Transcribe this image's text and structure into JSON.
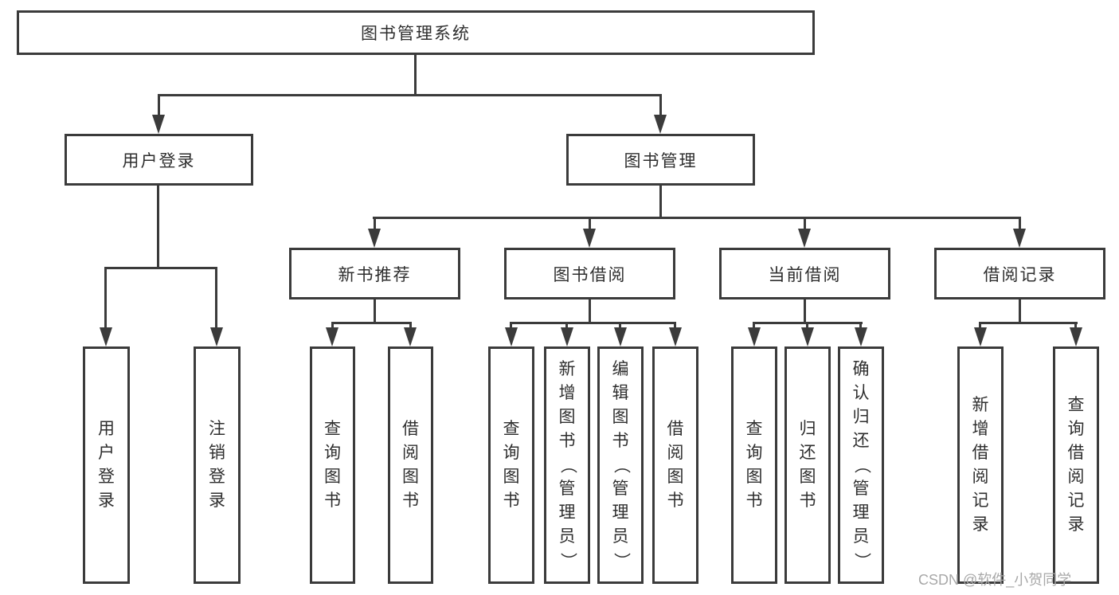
{
  "tree": {
    "root": "图书管理系统",
    "branches": [
      {
        "label": "用户登录",
        "leaves": [
          "用户登录",
          "注销登录"
        ]
      },
      {
        "label": "图书管理",
        "groups": [
          {
            "label": "新书推荐",
            "leaves": [
              "查询图书",
              "借阅图书"
            ]
          },
          {
            "label": "图书借阅",
            "leaves": [
              "查询图书",
              "新增图书（管理员）",
              "编辑图书（管理员）",
              "借阅图书"
            ]
          },
          {
            "label": "当前借阅",
            "leaves": [
              "查询图书",
              "归还图书",
              "确认归还（管理员）"
            ]
          },
          {
            "label": "借阅记录",
            "leaves": [
              "新增借阅记录",
              "查询借阅记录"
            ]
          }
        ]
      }
    ]
  },
  "watermark": "CSDN @软件_小贺同学",
  "colors": {
    "line": "#3b3b3b",
    "text": "#2e2e2e",
    "watermark": "#a8a8a8",
    "background": "#ffffff"
  }
}
